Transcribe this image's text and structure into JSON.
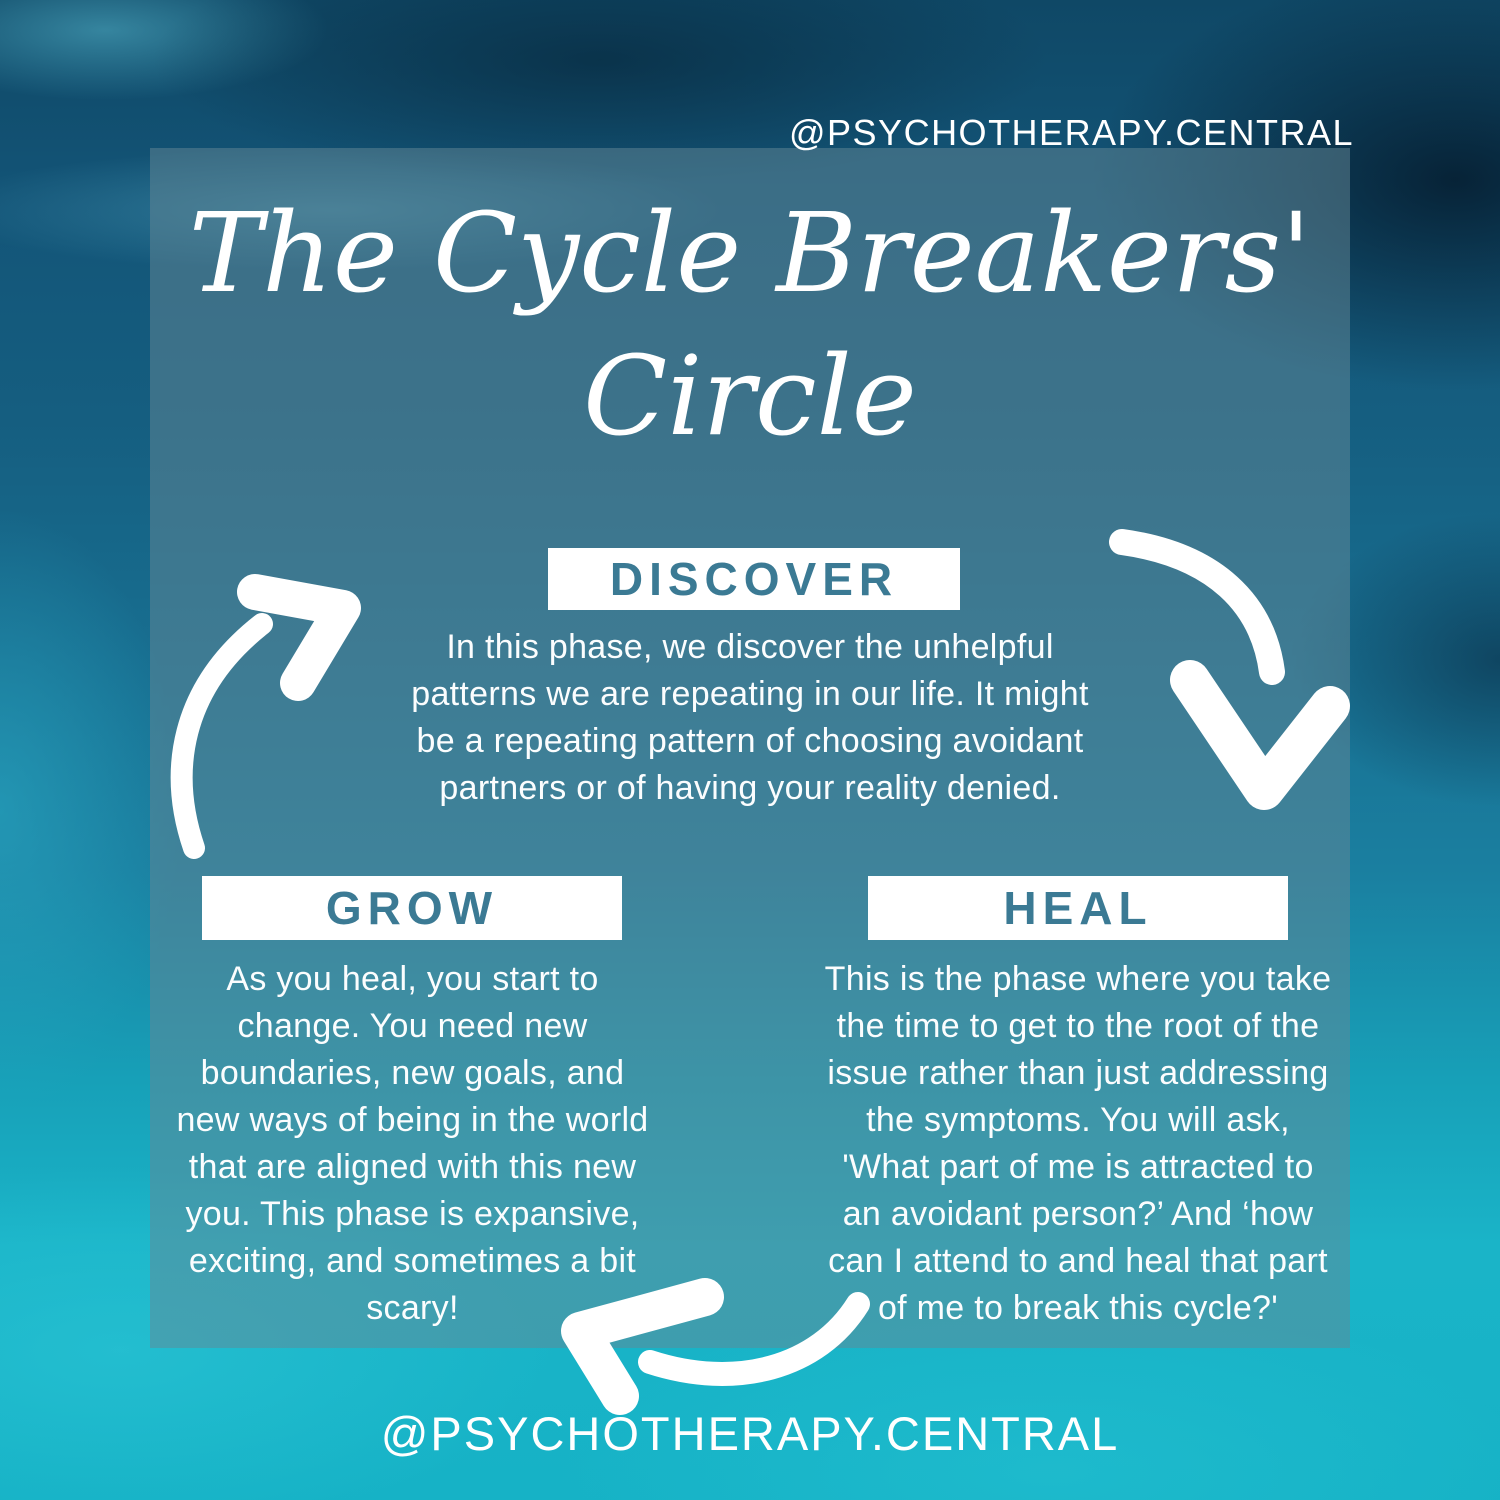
{
  "header": {
    "handle": "@PSYCHOTHERAPY.CENTRAL"
  },
  "footer": {
    "handle": "@PSYCHOTHERAPY.CENTRAL"
  },
  "title": {
    "lines": [
      "The Cycle Breakers'",
      "Circle"
    ]
  },
  "sections": {
    "discover": {
      "label": "DISCOVER",
      "body_lines": [
        "In this phase, we discover the unhelpful",
        "patterns we are repeating in our life. It might",
        "be a repeating pattern of choosing avoidant",
        "partners or of having your reality denied."
      ]
    },
    "heal": {
      "label": "HEAL",
      "body_lines": [
        "This is the phase where you take",
        "the time to get to the root of the",
        "issue rather than just addressing",
        "the symptoms. You will ask,",
        "'What part of me is attracted to",
        "an avoidant person?’ And ‘how",
        "can I attend to and heal that part",
        "of me to break this cycle?'"
      ]
    },
    "grow": {
      "label": "GROW",
      "body_lines": [
        "As you heal, you start to",
        "change. You need new",
        "boundaries, new goals, and",
        "new ways of being in the world",
        "that are aligned with this new",
        "you. This phase is expansive,",
        "exciting, and sometimes a bit",
        "scary!"
      ]
    }
  },
  "icons": [
    "arrow-discover-to-heal-icon",
    "arrow-heal-to-grow-icon",
    "arrow-grow-to-discover-icon"
  ],
  "colors": {
    "label_text": "#3b7a94",
    "body_text": "#ffffff",
    "panel_overlay": "rgba(100,135,150,0.5)",
    "background_top": "#0f4866",
    "background_bottom": "#16b2c6",
    "arrow": "#ffffff"
  }
}
